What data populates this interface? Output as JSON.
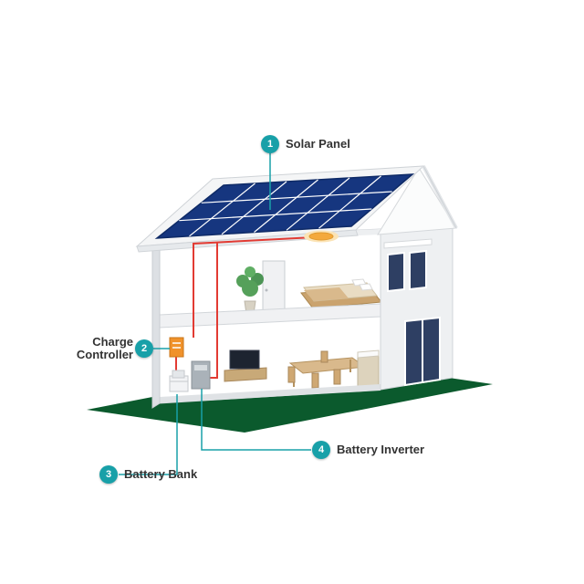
{
  "callouts": [
    {
      "number": "1",
      "label": "Solar Panel"
    },
    {
      "number": "2",
      "label": "Charge Controller"
    },
    {
      "number": "3",
      "label": "Battery Bank"
    },
    {
      "number": "4",
      "label": "Battery Inverter"
    }
  ],
  "colors": {
    "badge_teal": "#18a0a8",
    "leader_teal": "#18a0a8",
    "panel_blue": "#16367f",
    "panel_grid_white": "#ffffff",
    "wire_red": "#e23b33",
    "ground_green": "#0b5a2d",
    "window_navy": "#2e3f63",
    "controller_orange": "#f0922b",
    "wall_white": "#ffffff",
    "wall_shade": "#eef0f2"
  }
}
